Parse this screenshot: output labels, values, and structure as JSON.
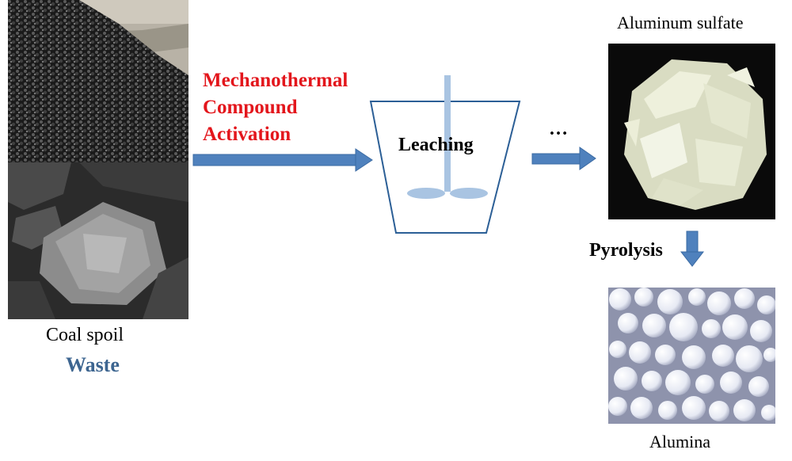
{
  "source": {
    "name": "Coal spoil",
    "category": "Waste",
    "category_color": "#3d6590"
  },
  "process": {
    "activation_lines": [
      "Mechanothermal",
      "Compound",
      "Activation"
    ],
    "activation_color": "#e3161c",
    "leaching": "Leaching",
    "ellipsis": "…",
    "arrow_color": "#4f81bd"
  },
  "intermediate": {
    "name": "Aluminum sulfate"
  },
  "step2": {
    "name": "Pyrolysis"
  },
  "product": {
    "name": "Alumina"
  },
  "images": {
    "coal_pile": "photo of a heap of black coal spoil pile",
    "coal_rock": "photo of grey coal spoil rocks",
    "aluminum_sulfate": "photo of white aluminum sulfate flakes on black background",
    "alumina": "photo of white alumina spheres"
  }
}
